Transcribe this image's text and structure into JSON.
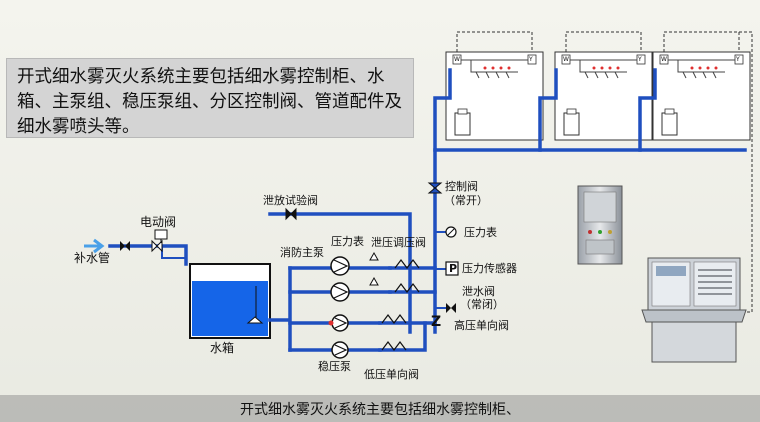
{
  "intro_text": "开式细水雾灭火系统主要包括细水雾控制柜、水箱、主泵组、稳压泵组、分区控制阀、管道配件及细水雾喷头等。",
  "subtitle": "开式细水雾灭火系统主要包括细水雾控制柜、",
  "labels": {
    "electric_valve": "电动阀",
    "makeup_pipe": "补水管",
    "drain_test_valve": "泄放试验阀",
    "fire_main_pump": "消防主泵",
    "pressure_gauge_pump": "压力表",
    "relief_valve": "泄压调压阀",
    "water_tank": "水箱",
    "jockey_pump": "稳压泵",
    "low_pressure_check": "低压单向阀",
    "control_valve": "控制阀",
    "normally_open": "（常开）",
    "pressure_gauge": "压力表",
    "pressure_sensor": "压力传感器",
    "drain_valve": "泄水阀",
    "normally_closed": "（常闭）",
    "high_pressure_check": "高压单向阀",
    "sensor_glyph": "P",
    "check_glyph": "Z",
    "zone_box_left": "W",
    "zone_box_right": "Y"
  },
  "colors": {
    "pipe": "#1f4fbf",
    "water": "#1565e8",
    "signal": "#333333"
  }
}
